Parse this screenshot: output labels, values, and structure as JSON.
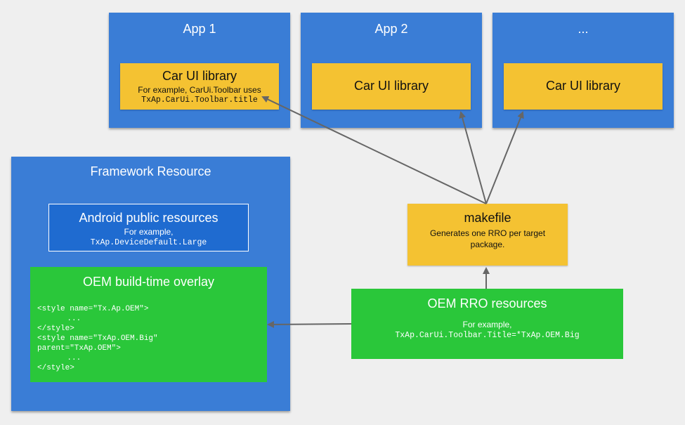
{
  "apps": [
    {
      "title": "App 1",
      "lib_title": "Car UI library",
      "lib_sub": "For example, CarUi.Toolbar uses",
      "lib_code": "TxAp.CarUi.Toolbar.title"
    },
    {
      "title": "App 2",
      "lib_title": "Car UI library"
    },
    {
      "title": "...",
      "lib_title": "Car UI library"
    }
  ],
  "framework": {
    "title": "Framework Resource",
    "android": {
      "title": "Android public resources",
      "sub": "For example,",
      "code": "TxAp.DeviceDefault.Large"
    },
    "oem_overlay": {
      "title": "OEM build-time overlay",
      "code_lines": [
        "<style name=\"Tx.Ap.OEM\">",
        "    ...",
        "</style>",
        "<style name=\"TxAp.OEM.Big\"",
        "parent=\"TxAp.OEM\">",
        "    ...",
        "</style>"
      ]
    }
  },
  "makefile": {
    "title": "makefile",
    "desc_1": "Generates one RRO per target",
    "desc_2": "package."
  },
  "oem_rro": {
    "title": "OEM RRO resources",
    "sub": "For example,",
    "code": "TxAp.CarUi.Toolbar.Title=*TxAp.OEM.Big"
  },
  "colors": {
    "blue": "#3a7dd6",
    "yellow": "#f4c232",
    "green": "#2ac73a",
    "arrow": "#666666"
  }
}
